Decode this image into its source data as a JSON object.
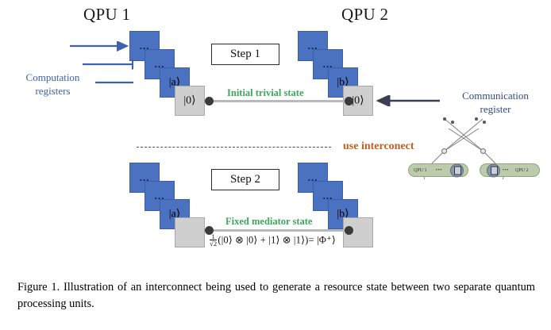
{
  "figure": {
    "qpu1_title": "QPU 1",
    "qpu2_title": "QPU 2",
    "step1_label": "Step 1",
    "step2_label": "Step 2",
    "dots": "...",
    "ket_a": "|a⟩",
    "ket_b": "|b⟩",
    "ket_zero": "|0⟩",
    "initial_state_label": "Initial trivial state",
    "fixed_state_label": "Fixed mediator state",
    "computation_registers_line1": "Computation",
    "computation_registers_line2": "registers",
    "communication_register_line1": "Communication",
    "communication_register_line2": "register",
    "use_interconnect_label": "use interconect",
    "formula": {
      "coef_num": "1",
      "coef_den": "√2",
      "body": "(|0⟩ ⊗ |0⟩ + |1⟩ ⊗ |1⟩)= |Φ⁺⟩"
    },
    "inset": {
      "qpu1_label": "QPU 1",
      "qpu2_label": "QPU 2",
      "dots": "•••"
    },
    "colors": {
      "register_blue": "#4a72c0",
      "register_gray": "#cfcfcf",
      "annotation_green": "#3aa85a",
      "annotation_blue": "#3d63ae",
      "annotation_navy": "#2f4b84",
      "annotation_orange": "#c4601f",
      "inset_green": "#bcccab"
    }
  },
  "caption": {
    "text": "Figure 1.   Illustration of an interconnect being used to generate a resource state between two separate quantum processing units."
  }
}
